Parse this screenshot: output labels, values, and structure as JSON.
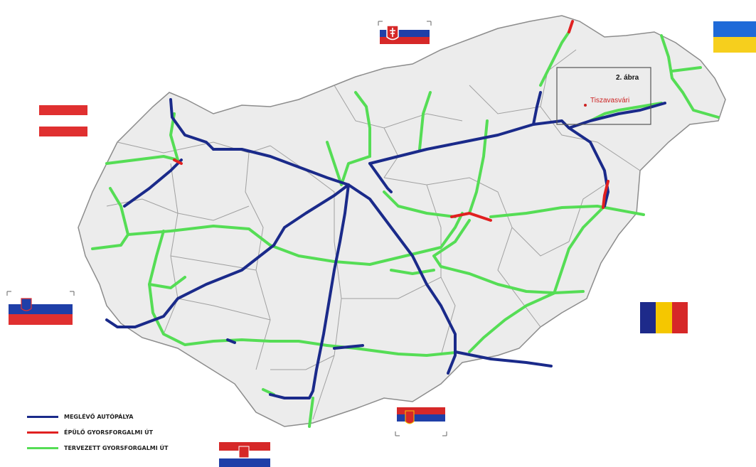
{
  "colors": {
    "existing_motorway": "#1a2a8a",
    "under_construction": "#e02020",
    "planned": "#55dd55",
    "country_fill": "#ececec",
    "county_border": "#9a9a9a"
  },
  "legend": [
    {
      "label": "MEGLÉVŐ AUTÓPÁLYA",
      "color_key": "existing_motorway"
    },
    {
      "label": "ÉPÜLŐ GYORSFORGALMI ÚT",
      "color_key": "under_construction"
    },
    {
      "label": "TERVEZETT GYORSFORGALMI ÚT",
      "color_key": "planned"
    }
  ],
  "inset": {
    "title": "2. ábra",
    "city": "Tiszavasvári"
  },
  "neighbour_flags": [
    {
      "country": "Slovakia",
      "icon": "slovakia-flag-icon"
    },
    {
      "country": "Ukraine",
      "icon": "ukraine-flag-icon"
    },
    {
      "country": "Austria",
      "icon": "austria-flag-icon"
    },
    {
      "country": "Slovenia",
      "icon": "slovenia-flag-icon"
    },
    {
      "country": "Romania",
      "icon": "romania-flag-icon"
    },
    {
      "country": "Serbia",
      "icon": "serbia-flag-icon"
    },
    {
      "country": "Croatia",
      "icon": "croatia-flag-icon"
    }
  ]
}
